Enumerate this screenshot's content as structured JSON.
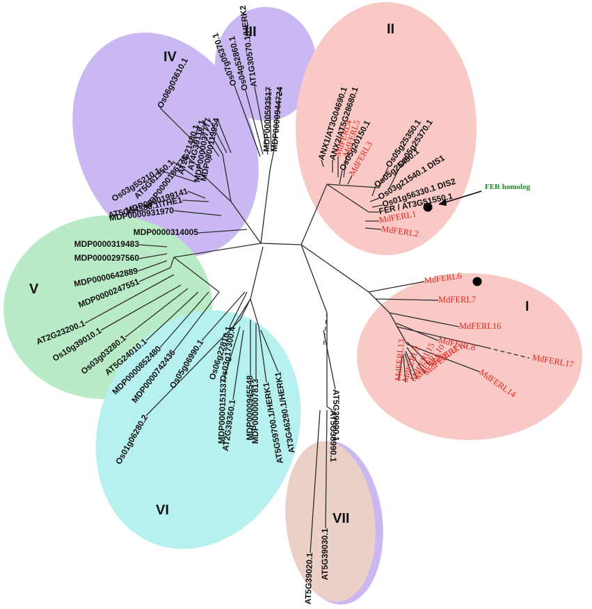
{
  "colors": {
    "I": "#f9c9c6",
    "II": "#f9c9c6",
    "III": "#c9b8f2",
    "IV": "#c9b8f2",
    "V": "#b9ebc6",
    "VI": "#b6f0ef",
    "VII": "#ead0c6",
    "VII_edge": "#c9b8f2",
    "highlight_text": "#e1261c",
    "annotation": "#1e8a1e"
  },
  "groups": {
    "I": "I",
    "II": "II",
    "III": "III",
    "IV": "IV",
    "V": "V",
    "VI": "VI",
    "VII": "VII"
  },
  "annotation": {
    "label": "FER homolog"
  },
  "leaves": {
    "MDP0000944724": "MDP0000944724",
    "MDP0000593517": "MDP0000593517",
    "AT1G30570_HERK2": "AT1G30570.1/HERK2",
    "Os04g52860": "Os04g52860.1",
    "Os07g05370": "Os07g05370.1",
    "MDP0000119954": "MDP0000119954",
    "MDP0000037777": "MDP0000037777",
    "AT4G39110": "AT4G39110.1",
    "AT2G21480": "AT2G21480.1",
    "Os06g03610": "Os06g03610.1",
    "MDP0000186775": "MDP0000186775",
    "AT5G61350": "AT5G61350.1",
    "Os03g55210": "Os03g55210.1",
    "MDP0000199141": "MDP0000199141",
    "AT5G54380_THE1": "AT5G54380.1\\THE1",
    "MDP0000931970": "MDP0000931970",
    "MDP0000314005": "MDP0000314005",
    "ANX1": "ANX1/AT3G04690.1",
    "ANX2": "ANX2/AT5G28680.1",
    "MdFERL4": "MdFERL4",
    "MdFERL5": "MdFERL5",
    "Os05g20150": "Os05g20150.1",
    "MdFERL3": "MdFERL3",
    "Os05g25350": "Os05g25350.1",
    "Os05g25370": "Os05g25370.1",
    "Os05g25450": "Os05g25450.1",
    "Os03g21540_DIS1": "Os03g21540.1 DIS1",
    "Os01g56330_DIS2": "Os01g56330.1 DIS2",
    "FER": "FER / AT3G51550.1",
    "MdFERL1": "MdFERL1",
    "MdFERL2": "MdFERL2",
    "MDP0000319483": "MDP0000319483",
    "MDP0000297560": "MDP0000297560",
    "MDP0000642889": "MDP0000642889",
    "MDP0000247551": "MDP0000247551",
    "AT2G23200": "AT2G23200.1",
    "Os10g39010": "Os10g39010.1",
    "Os03g03280": "Os03g03280.1",
    "AT5G24010": "AT5G24010.1",
    "MDP0000852480": "MDP0000852480",
    "MDP0000742436": "MDP0000742436",
    "MdFERL6": "MdFERL6",
    "MdFERL7": "MdFERL7",
    "MdFERL16": "MdFERL16",
    "MdFERL8": "MdFERL8",
    "MdFERL17": "MdFERL17",
    "MdFERL12": "MdFERL12",
    "MdFERL14": "MdFERL14",
    "MdFERL11": "MdFERL11",
    "MdFERL10": "MdFERL10",
    "MdFERL15": "MdFERL15",
    "MdFERL9": "MdFERL9",
    "MdFERL13": "MdFERL13",
    "Os05g06990": "Os05g06990.1",
    "Os06g22810": "Os06g22810.1",
    "Os03g17300": "Os03g17300.4",
    "MDP0000151537": "MDP0000151537",
    "AT2G39360": "AT2G39360.1",
    "MDP0000945548": "MDP0000945548",
    "MDP0000007813": "MDP0000007813",
    "AT5G59700_HERK1": "AT5G59700.1/HERK1",
    "AT3G46290_HERK1": "AT3G46290.1/HERK1",
    "Os01g06280": "Os01g06280.2",
    "AT5G39000": "AT5G39000.1",
    "AT5G38990": "AT5G38990.1",
    "AT5G39020": "AT5G39020.1",
    "AT5G39030": "AT5G39030.1"
  }
}
